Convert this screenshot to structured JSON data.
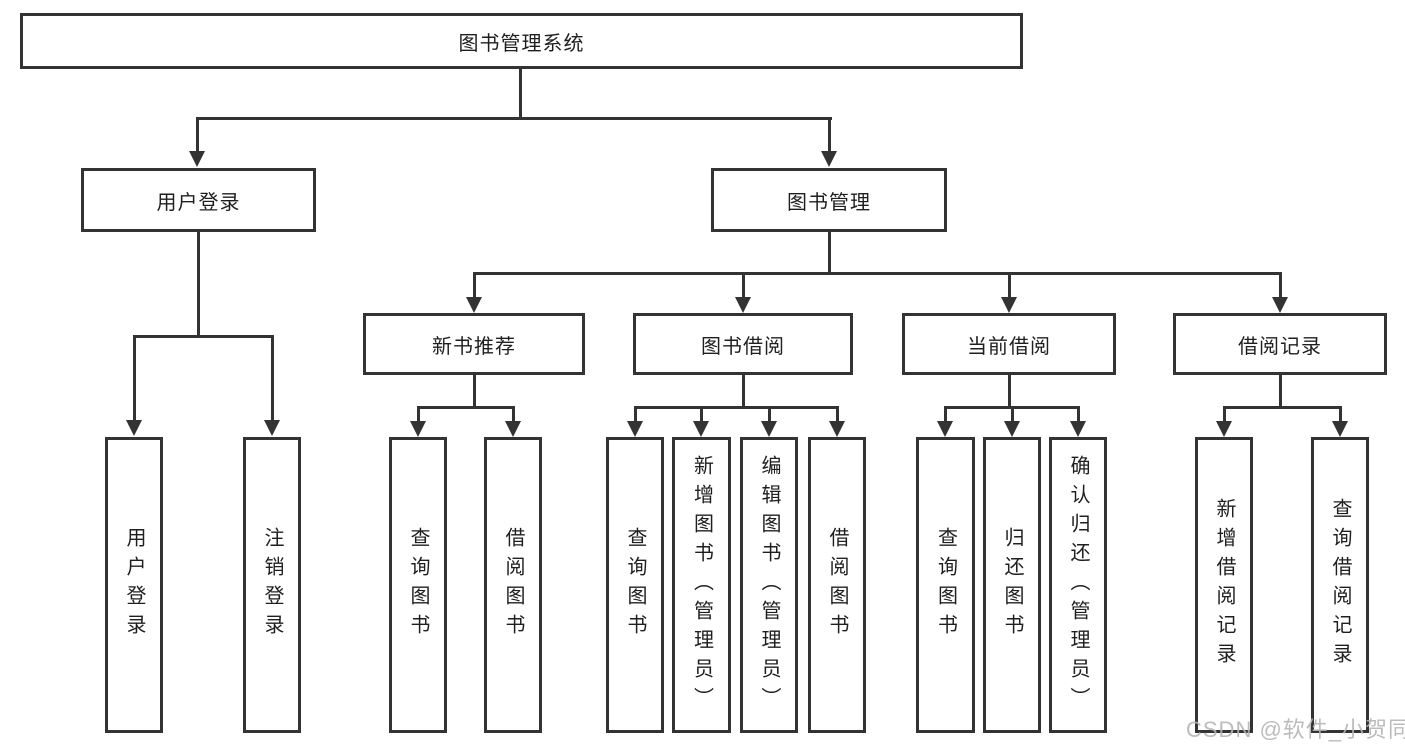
{
  "diagram": {
    "root": {
      "label": "图书管理系统"
    },
    "branches": [
      {
        "label": "用户登录",
        "children": [
          {
            "label": "用户登录"
          },
          {
            "label": "注销登录"
          }
        ]
      },
      {
        "label": "图书管理",
        "children": [
          {
            "label": "新书推荐",
            "children": [
              {
                "label": "查询图书"
              },
              {
                "label": "借阅图书"
              }
            ]
          },
          {
            "label": "图书借阅",
            "children": [
              {
                "label": "查询图书"
              },
              {
                "label": "新增图书（管理员）"
              },
              {
                "label": "编辑图书（管理员）"
              },
              {
                "label": "借阅图书"
              }
            ]
          },
          {
            "label": "当前借阅",
            "children": [
              {
                "label": "查询图书"
              },
              {
                "label": "归还图书"
              },
              {
                "label": "确认归还（管理员）"
              }
            ]
          },
          {
            "label": "借阅记录",
            "children": [
              {
                "label": "新增借阅记录"
              },
              {
                "label": "查询借阅记录"
              }
            ]
          }
        ]
      }
    ]
  },
  "watermark": {
    "text": "CSDN @软件_小贺同学"
  },
  "colors": {
    "line": "#333333",
    "box_border": "#333333",
    "box_fill": "#ffffff",
    "text": "#1f1f1f",
    "watermark": "#b5b5b5",
    "background": "#ffffff"
  }
}
